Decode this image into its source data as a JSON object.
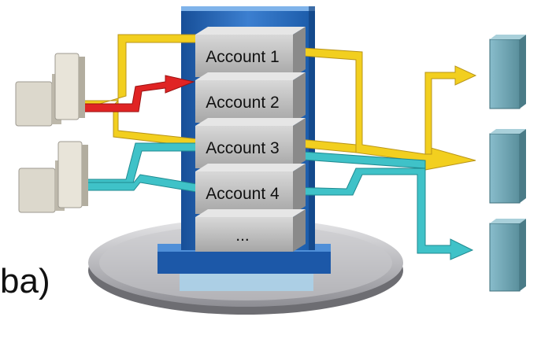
{
  "accounts": [
    {
      "label": "Account 1"
    },
    {
      "label": "Account 2"
    },
    {
      "label": "Account 3"
    },
    {
      "label": "Account 4"
    },
    {
      "label": "..."
    }
  ],
  "caption": "ba)",
  "colors": {
    "tower_blue": "#1f5fb0",
    "tower_blue_light": "#4f8fd8",
    "box_gray": "#bdbdbd",
    "box_gray_dark": "#7d7d7d",
    "flow_yellow": "#f2cf1f",
    "flow_red": "#e02424",
    "flow_cyan": "#3fc2c8",
    "server_teal": "#6fa5b2",
    "client_beige": "#dcd8cc",
    "disc_gray": "#b9b9bd"
  }
}
